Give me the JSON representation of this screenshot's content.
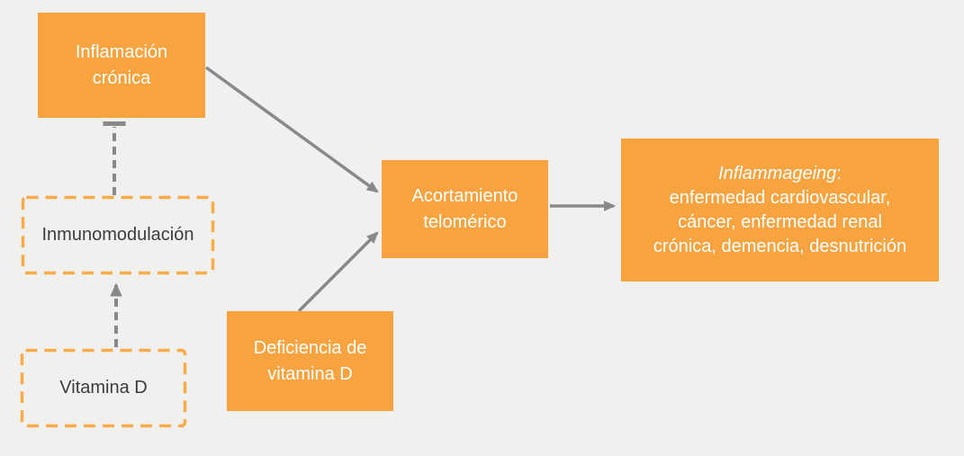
{
  "colors": {
    "background": "#F0F0EF",
    "box_fill": "#F7A440",
    "dashed_border": "#F9AB47",
    "arrow_gray": "#898989",
    "box_text_light": "#FFFFFF",
    "box_text_dark": "#3C3C3C"
  },
  "nodes": {
    "inflamacion_cronica": {
      "label": "Inflamación crónica",
      "style": "solid-orange"
    },
    "inmunomodulacion": {
      "label": "Inmunomodulación",
      "style": "dashed-outline"
    },
    "vitamina_d": {
      "label": "Vitamina D",
      "style": "dashed-outline"
    },
    "deficiencia_vitamina_d": {
      "label": "Deficiencia de vitamina D",
      "style": "solid-orange"
    },
    "acortamiento_telomerico": {
      "label": "Acortamiento telomérico",
      "style": "solid-orange"
    },
    "inflammageing": {
      "title_italic": "Inflammageing",
      "title_suffix": ":",
      "lines": [
        "enfermedad cardiovascular,",
        "cáncer, enfermedad renal",
        "crónica, demencia, desnutrición"
      ],
      "style": "solid-orange"
    }
  },
  "edges": [
    {
      "from": "Vitamina D",
      "to": "Inmunomodulación",
      "line": "dashed",
      "head": "arrow"
    },
    {
      "from": "Inmunomodulación",
      "to": "Inflamación crónica",
      "line": "dashed",
      "head": "bar"
    },
    {
      "from": "Inflamación crónica",
      "to": "Acortamiento telomérico",
      "line": "solid",
      "head": "arrow"
    },
    {
      "from": "Deficiencia de vitamina D",
      "to": "Acortamiento telomérico",
      "line": "solid",
      "head": "arrow"
    },
    {
      "from": "Acortamiento telomérico",
      "to": "Inflammageing",
      "line": "solid",
      "head": "arrow"
    }
  ]
}
